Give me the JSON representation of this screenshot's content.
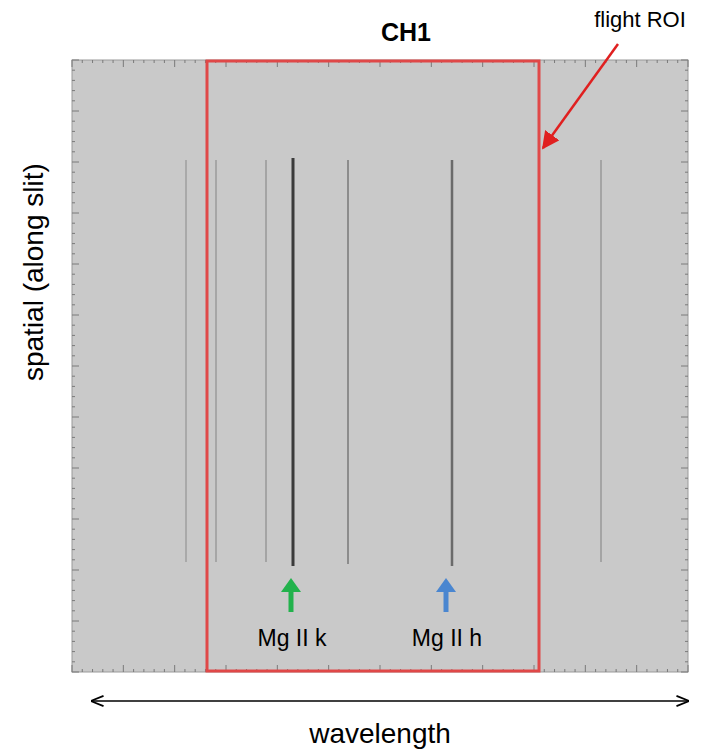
{
  "diagram": {
    "labels": [
      "CH1",
      "flight ROI",
      "spatial (along slit)",
      "Mg II k",
      "Mg II h",
      "wavelength"
    ]
  }
}
